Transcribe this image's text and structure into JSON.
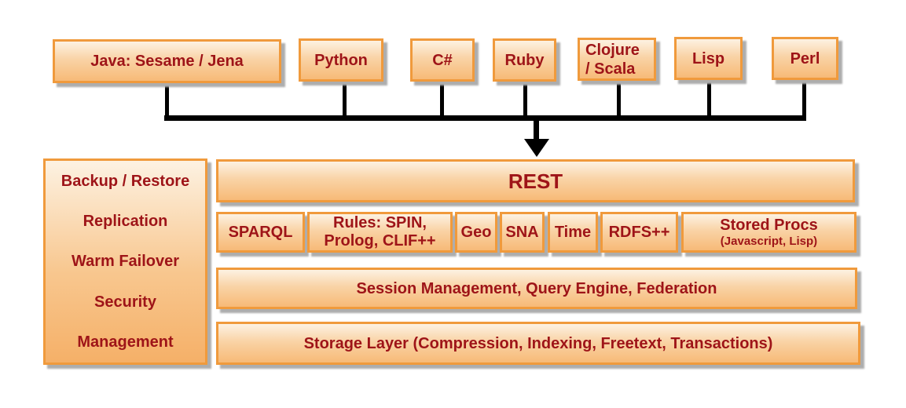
{
  "colors": {
    "box_border": "#F09A3C",
    "box_fill_top": "#FDF2E2",
    "box_fill_bottom": "#F6B470",
    "text": "#9E1418",
    "connector": "#000000",
    "shadow": "#ADADAD",
    "background": "#FFFFFF"
  },
  "top_row": {
    "boxes": [
      {
        "id": "java",
        "line1": "Java: Sesame / Jena"
      },
      {
        "id": "python",
        "line1": "Python"
      },
      {
        "id": "csharp",
        "line1": "C#"
      },
      {
        "id": "ruby",
        "line1": "Ruby"
      },
      {
        "id": "clojure-scala",
        "line1": "Clojure",
        "line2": "/ Scala"
      },
      {
        "id": "lisp",
        "line1": "Lisp"
      },
      {
        "id": "perl",
        "line1": "Perl"
      }
    ]
  },
  "sidebar": {
    "items": [
      {
        "label": "Backup / Restore"
      },
      {
        "label": "Replication"
      },
      {
        "label": "Warm Failover"
      },
      {
        "label": "Security"
      },
      {
        "label": "Management"
      }
    ]
  },
  "stack": {
    "rest_label": "REST",
    "services": [
      {
        "id": "sparql",
        "line1": "SPARQL"
      },
      {
        "id": "rules",
        "line1": "Rules: SPIN,",
        "line2": "Prolog, CLIF++"
      },
      {
        "id": "geo",
        "line1": "Geo"
      },
      {
        "id": "sna",
        "line1": "SNA"
      },
      {
        "id": "time",
        "line1": "Time"
      },
      {
        "id": "rdfs",
        "line1": "RDFS++"
      },
      {
        "id": "stored-procs",
        "line1": "Stored Procs",
        "line2": "(Javascript, Lisp)"
      }
    ],
    "session_label": "Session Management, Query Engine, Federation",
    "storage_label": "Storage Layer (Compression, Indexing, Freetext, Transactions)"
  }
}
